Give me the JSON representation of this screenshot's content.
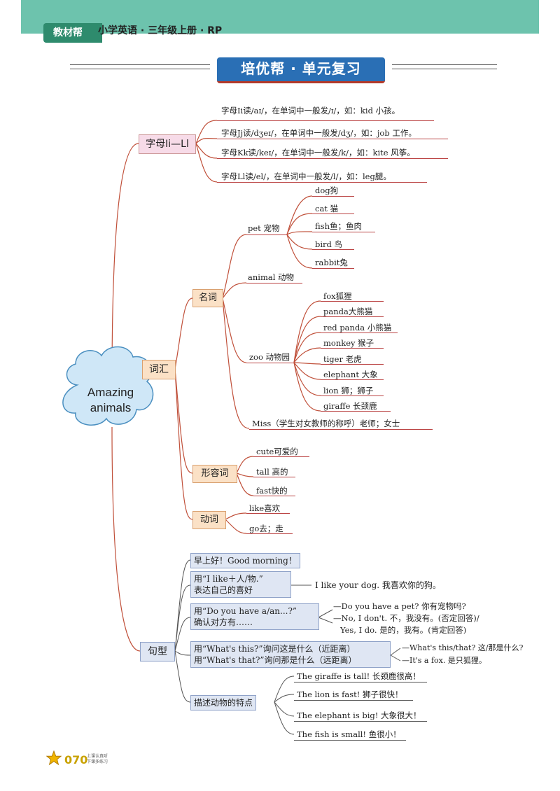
{
  "header": {
    "brand": "教材帮",
    "breadcrumb": "小学英语 · 三年级上册 · RP",
    "section_title": "培优帮 · 单元复习"
  },
  "root": {
    "line1": "Amazing",
    "line2": "animals"
  },
  "letters": {
    "label": "字母Ii—Ll",
    "items": [
      "字母Ii读/aɪ/，在单词中一般发/ɪ/，如：kid 小孩。",
      "字母Jj读/dʒeɪ/，在单词中一般发/dʒ/，如：job 工作。",
      "字母Kk读/keɪ/，在单词中一般发/k/，如：kite 风筝。",
      "字母Ll读/el/，在单词中一般发/l/，如：leg腿。"
    ]
  },
  "vocab": {
    "label": "词汇",
    "nouns": {
      "label": "名词",
      "pet": {
        "label": "pet 宠物",
        "items": [
          "dog狗",
          "cat 猫",
          "fish鱼；鱼肉",
          "bird 鸟",
          "rabbit兔"
        ]
      },
      "animal": "animal 动物",
      "zoo": {
        "label": "zoo 动物园",
        "items": [
          "fox狐狸",
          "panda大熊猫",
          "red panda 小熊猫",
          "monkey 猴子",
          "tiger 老虎",
          "elephant 大象",
          "lion 狮；狮子",
          "giraffe 长颈鹿"
        ]
      },
      "miss": "Miss（学生对女教师的称呼）老师；女士"
    },
    "adjectives": {
      "label": "形容词",
      "items": [
        "cute可爱的",
        "tall 高的",
        "fast快的"
      ]
    },
    "verbs": {
      "label": "动词",
      "items": [
        "like喜欢",
        "go去；走"
      ]
    }
  },
  "sentences": {
    "label": "句型",
    "greeting": "早上好！Good morning！",
    "like_line1": "用“I like＋人/物.”",
    "like_line2": "表达自己的喜好",
    "like_example": "I like your dog. 我喜欢你的狗。",
    "have_line1": "用“Do you have a/an...?”",
    "have_line2": "确认对方有……",
    "have_ex1": "—Do you have a pet? 你有宠物吗?",
    "have_ex2": "—No, I don't. 不，我没有。(否定回答)/",
    "have_ex3": "Yes, I do. 是的，我有。(肯定回答)",
    "what_line1": "用“What's this?”询问这是什么（近距离）",
    "what_line2": "用“What's that?”询问那是什么（远距离）",
    "what_ex1": "—What's this/that? 这/那是什么?",
    "what_ex2": "—It's a fox. 是只狐狸。",
    "describe": {
      "label": "描述动物的特点",
      "items": [
        "The giraffe is tall! 长颈鹿很高！",
        "The lion is fast! 狮子很快！",
        "The elephant is big! 大象很大！",
        "The fish is small! 鱼很小！"
      ]
    }
  },
  "footer": {
    "page": "070",
    "note_line1": "上课认真听",
    "note_line2": "下课多练习"
  },
  "colors": {
    "accent": "#2e8b6d",
    "branch": "#c0503a",
    "letters_box": "#f7dbe8",
    "vocab_box": "#fbe1c6",
    "sentence_box": "#dfe6f3"
  }
}
